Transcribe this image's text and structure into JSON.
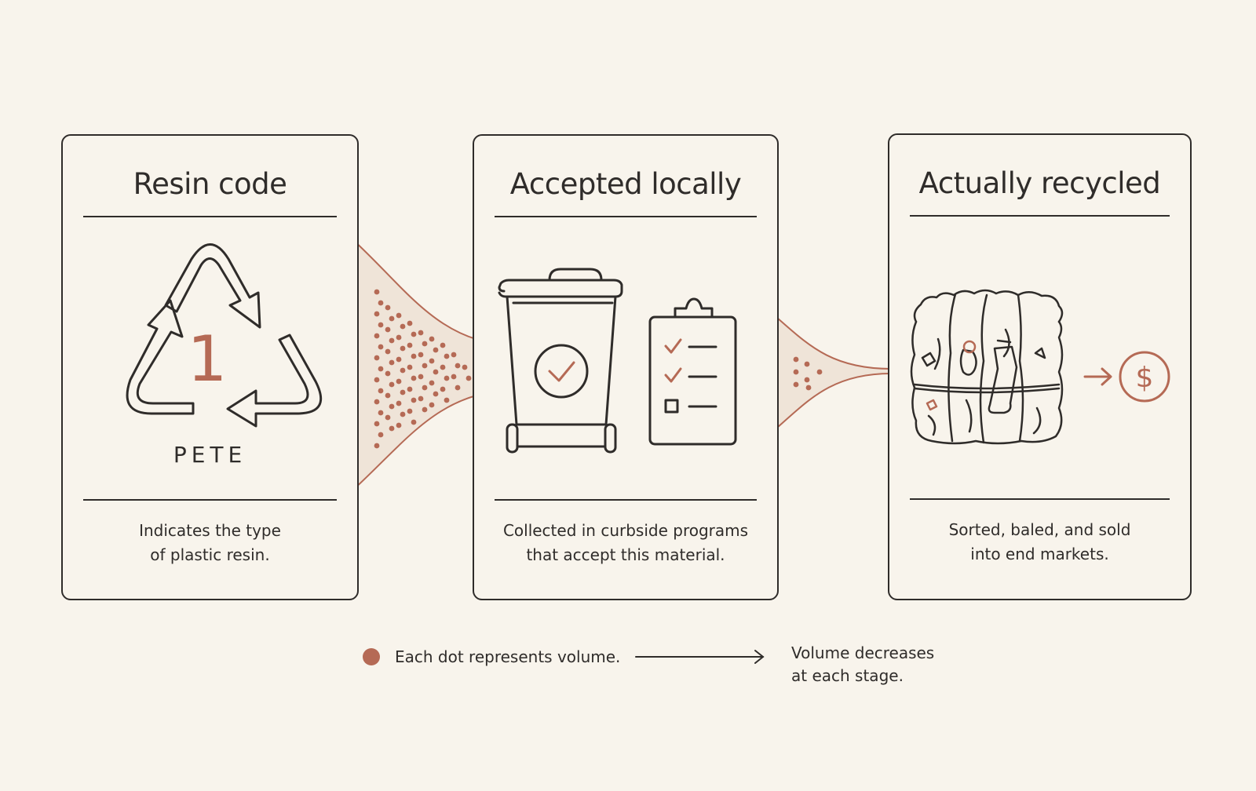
{
  "stages": [
    {
      "title": "Resin code",
      "code": "1",
      "code_label": "PETE",
      "desc_lines": [
        "Indicates the type",
        "of plastic resin."
      ]
    },
    {
      "title": "Accepted locally",
      "desc_lines": [
        "Collected in curbside programs",
        "that accept this material."
      ]
    },
    {
      "title": "Actually recycled",
      "currency_symbol": "$",
      "desc_lines": [
        "Sorted, baled, and sold",
        "into end markets."
      ]
    }
  ],
  "legend": {
    "dot_text": "Each dot represents volume.",
    "arrow_text_lines": [
      "Volume decreases",
      "at each stage."
    ]
  },
  "colors": {
    "accent": "#b56a55",
    "ink": "#2f2c2a",
    "background": "#f8f4ec",
    "funnel_fill": "#efe4d8"
  }
}
